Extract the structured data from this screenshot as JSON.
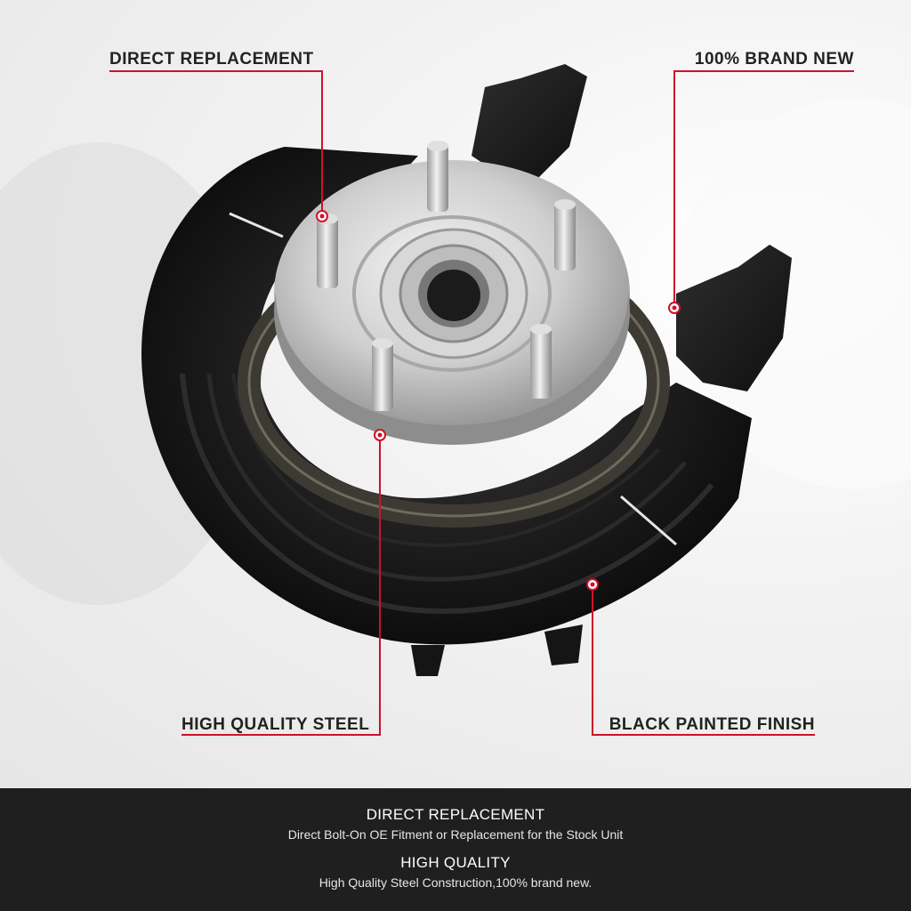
{
  "callouts": {
    "direct_replacement": "DIRECT REPLACEMENT",
    "brand_new": "100% BRAND NEW",
    "high_quality_steel": "HIGH QUALITY STEEL",
    "black_painted_finish": "BLACK PAINTED FINISH"
  },
  "footer": {
    "block1_title": "DIRECT REPLACEMENT",
    "block1_desc": "Direct Bolt-On OE Fitment or Replacement for the Stock Unit",
    "block2_title": "HIGH QUALITY",
    "block2_desc": "High Quality Steel Construction,100% brand new."
  },
  "colors": {
    "accent": "#d0102a",
    "footer_bg": "#1f1f1f",
    "label_text": "#222222"
  },
  "icons": [
    "callout-dot-icon"
  ]
}
